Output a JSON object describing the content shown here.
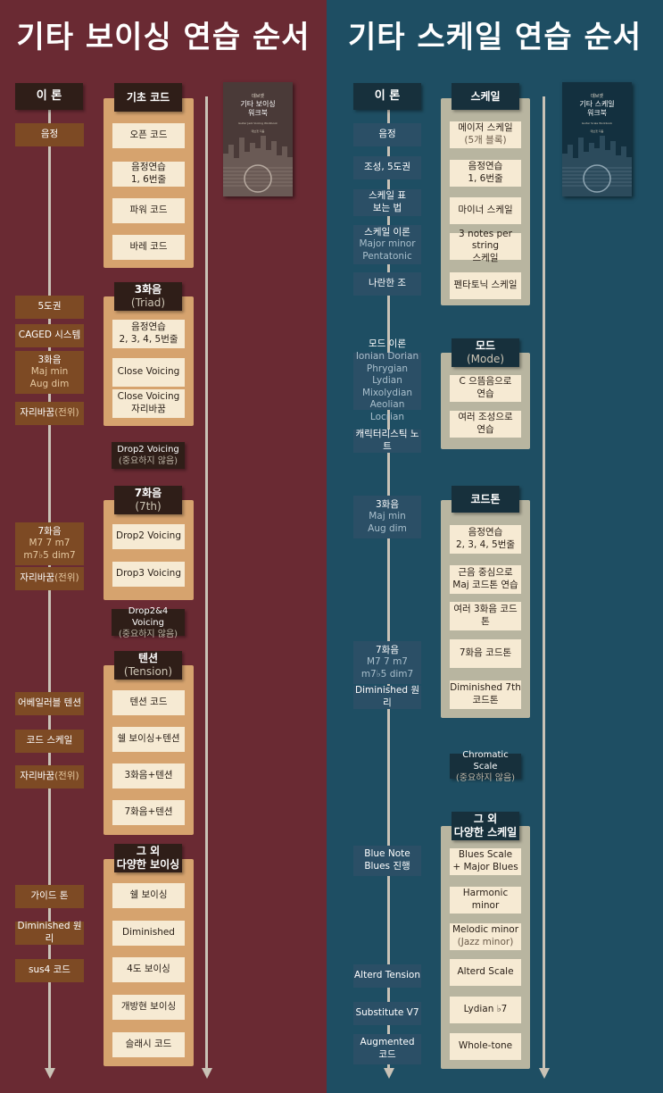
{
  "left": {
    "title": "기타 보이싱 연습 순서",
    "col1_header": "이 론",
    "col1": [
      {
        "text": "음정"
      },
      {
        "text": "5도권"
      },
      {
        "text": "CAGED 시스템"
      },
      {
        "text": "3화음",
        "sub": "Maj min\nAug dim"
      },
      {
        "text": "자리바꿈",
        "sub": "(전위)"
      },
      {
        "text": "7화음",
        "sub": "M7 7 m7\nm7♭5 dim7"
      },
      {
        "text": "자리바꿈",
        "sub": "(전위)"
      },
      {
        "text": "어베일러블 텐션"
      },
      {
        "text": "코드 스케일"
      },
      {
        "text": "자리바꿈",
        "sub": "(전위)"
      },
      {
        "text": "가이드 톤"
      },
      {
        "text": "Diminished 원리"
      },
      {
        "text": "sus4 코드"
      }
    ],
    "groups": [
      {
        "header": "기초 코드",
        "cards": [
          "오픈 코드",
          "음정연습\n1, 6번줄",
          "파워 코드",
          "바레 코드"
        ]
      },
      {
        "header": "3화음",
        "header_sub": "(Triad)",
        "cards": [
          "음정연습\n2, 3, 4, 5번줄",
          "Close Voicing",
          "Close Voicing\n자리바꿈"
        ]
      },
      {
        "header": "7화음",
        "header_sub": "(7th)",
        "cards": [
          "Drop2 Voicing",
          "Drop3 Voicing"
        ]
      },
      {
        "header": "텐션",
        "header_sub": "(Tension)",
        "cards": [
          "텐션 코드",
          "쉘 보이싱+텐션",
          "3화음+텐션",
          "7화음+텐션"
        ]
      },
      {
        "header": "그 외\n다양한 보이싱",
        "cards": [
          "쉘 보이싱",
          "Diminished",
          "4도 보이싱",
          "개방현 보이싱",
          "슬래시 코드"
        ]
      }
    ],
    "minis": [
      {
        "text": "Drop2 Voicing",
        "sub": "(중요하지 않음)"
      },
      {
        "text": "Drop2&4 Voicing",
        "sub": "(중요하지 않음)"
      }
    ],
    "book": {
      "small": "데브겟",
      "title": "기타 보이싱\n워크북",
      "caption": "Guitar  Jazz  Voicing Workbook",
      "author": "데브겟 지음"
    }
  },
  "right": {
    "title": "기타 스케일 연습 순서",
    "col1_header": "이 론",
    "col1": [
      {
        "text": "음정"
      },
      {
        "text": "조성, 5도권"
      },
      {
        "text": "스케일 표\n보는 법"
      },
      {
        "text": "스케일 이론",
        "sub": "Major minor\nPentatonic"
      },
      {
        "text": "나란한 조"
      },
      {
        "text": "모드 이론",
        "sub": "Ionian Dorian\nPhrygian Lydian\nMixolydian\nAeolian Locrian"
      },
      {
        "text": "캐릭터리스틱 노트"
      },
      {
        "text": "3화음",
        "sub": "Maj min\nAug dim"
      },
      {
        "text": "7화음",
        "sub": "M7 7 m7\nm7♭5 dim7"
      },
      {
        "text": "Diminished 원리"
      },
      {
        "text": "Blue Note\nBlues 진행"
      },
      {
        "text": "Alterd Tension"
      },
      {
        "text": "Substitute V7"
      },
      {
        "text": "Augmented\n코드"
      }
    ],
    "groups": [
      {
        "header": "스케일",
        "cards": [
          "메이저 스케일\n(5개 블록)",
          "음정연습\n1, 6번줄",
          "마이너 스케일",
          "3 notes per string\n스케일",
          "펜타토닉 스케일"
        ]
      },
      {
        "header": "모드",
        "header_sub": "(Mode)",
        "cards": [
          "C 으뜸음으로\n연습",
          "여러 조성으로\n연습"
        ]
      },
      {
        "header": "코드톤",
        "cards": [
          "음정연습\n2, 3, 4, 5번줄",
          "근음 중심으로\nMaj 코드톤 연습",
          "여러 3화음 코드톤",
          "7화음 코드톤",
          "Diminished 7th\n코드톤"
        ]
      },
      {
        "header": "그 외\n다양한 스케일",
        "cards": [
          "Blues Scale\n+ Major Blues",
          "Harmonic\nminor",
          "Melodic minor\n(Jazz minor)",
          "Alterd Scale",
          "Lydian ♭7",
          "Whole-tone"
        ]
      }
    ],
    "minis": [
      {
        "text": "Chromatic Scale",
        "sub": "(중요하지 않음)"
      }
    ],
    "book": {
      "small": "데브겟",
      "title": "기타 스케일\n워크북",
      "caption": "Guitar  Scale  Workbook",
      "author": "데브겟 지음"
    }
  },
  "colors": {
    "left_bg": "#6a2a33",
    "right_bg": "#1e4e63",
    "left_theory": "#7d4a24",
    "right_theory": "#2b4f66",
    "header_dark": "#2f1e18",
    "header_navy": "#17303c",
    "left_frame": "#d6a36e",
    "right_frame": "#b8b5a0",
    "card": "#f6ead3",
    "line": "#c9c2b6"
  }
}
